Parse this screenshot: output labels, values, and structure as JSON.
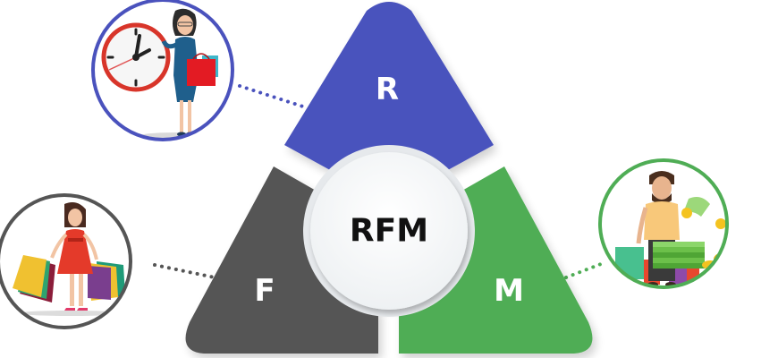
{
  "diagram": {
    "title": "RFM",
    "segments": [
      {
        "key": "recency",
        "letter": "R",
        "color": "#4a52bd",
        "illustration": "woman-with-clock-and-shopping-bags"
      },
      {
        "key": "frequency",
        "letter": "F",
        "color": "#555555",
        "illustration": "woman-in-red-dress-carrying-shopping-bags"
      },
      {
        "key": "monetary",
        "letter": "M",
        "color": "#4fad55",
        "illustration": "man-with-stack-of-cash-and-coins"
      }
    ],
    "center_fill": "#f4f6f7",
    "background": "#ffffff"
  }
}
